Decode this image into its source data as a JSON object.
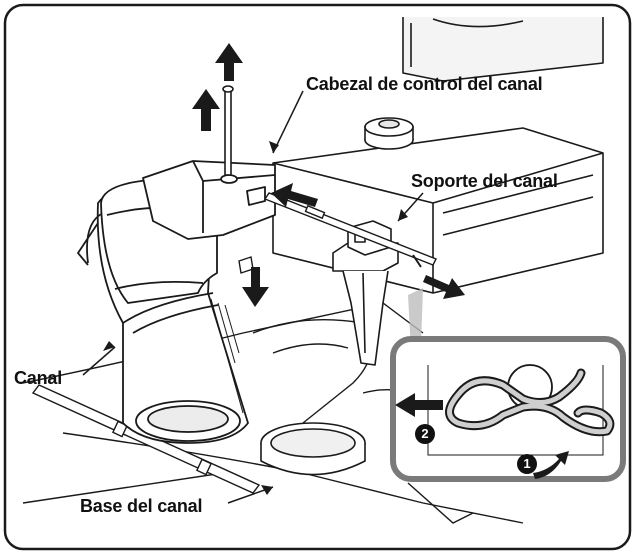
{
  "labels": {
    "chute_control_head": "Cabezal de control del canal",
    "chute_support": "Soporte del canal",
    "chute": "Canal",
    "chute_base": "Base del canal"
  },
  "steps": {
    "first": "1",
    "second": "2"
  },
  "colors": {
    "line": "#1a1a1a",
    "shading": "#e6e6e6",
    "inset_border": "#7a7a7a",
    "background": "#ffffff"
  }
}
